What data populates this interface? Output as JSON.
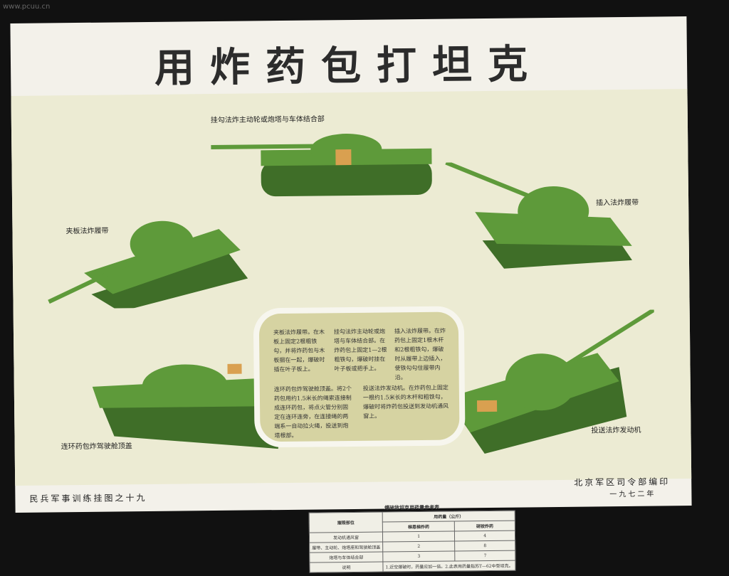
{
  "watermark": "www.pcuu.cn",
  "title": "用炸药包打坦克",
  "labels": {
    "top": "挂勾法炸主动轮或炮塔与车体结合部",
    "left": "夹板法炸履带",
    "right": "插入法炸履带",
    "bottom_left": "连环药包炸驾驶舱顶盖",
    "bottom_right": "投送法炸发动机"
  },
  "instructions": [
    "夹板法炸履带。在木板上固定2根粗铁勾，并将炸药包与木板捆在一起，爆破时插在叶子板上。",
    "挂勾法炸主动轮或炮塔与车体结合部。在炸药包上固定1—2根粗铁勾，爆破时挂在叶子板或把手上。",
    "插入法炸履带。在炸药包上固定1根木杆和2根粗铁勾，爆破时从履带上边插入，使铁勾勾住履带内沿。",
    "连环药包炸驾驶舱顶盖。将2个药包用约1.5米长的绳索连接制成连环药包，将点火管分别固定在连环连旁，在连接绳的两端系一自动拉火绳，投送到炮塔根部。",
    "投送法炸发动机。在炸药包上固定一根约1.5米长的木杆和粗铁勾，爆破时将炸药包投送到发动机通风窗上。"
  ],
  "table": {
    "caption": "爆破敌坦克用药量参考表",
    "h_part": "摧毁部位",
    "h_amount": "用药量（公斤）",
    "h_tnt": "梯恩梯炸药",
    "h_nh": "硝铵炸药",
    "rows": [
      [
        "发动机通风窗",
        "1",
        "4"
      ],
      [
        "履带、主动轮、炮塔座和驾驶舱顶盖",
        "2",
        "8"
      ],
      [
        "炮塔与车体结合部",
        "3",
        "7"
      ]
    ],
    "note_label": "说明",
    "note": "1.近空爆破时，药量应加一倍。2.此表用药量指苏T—62中型坦克。"
  },
  "footer_left": "民兵军事训练挂图之十九",
  "footer_right": "北京军区司令部编印",
  "footer_year": "一九七二年",
  "colors": {
    "tank": "#5e9a3a",
    "arrow": "#d04a30",
    "charge": "#d9a050"
  }
}
